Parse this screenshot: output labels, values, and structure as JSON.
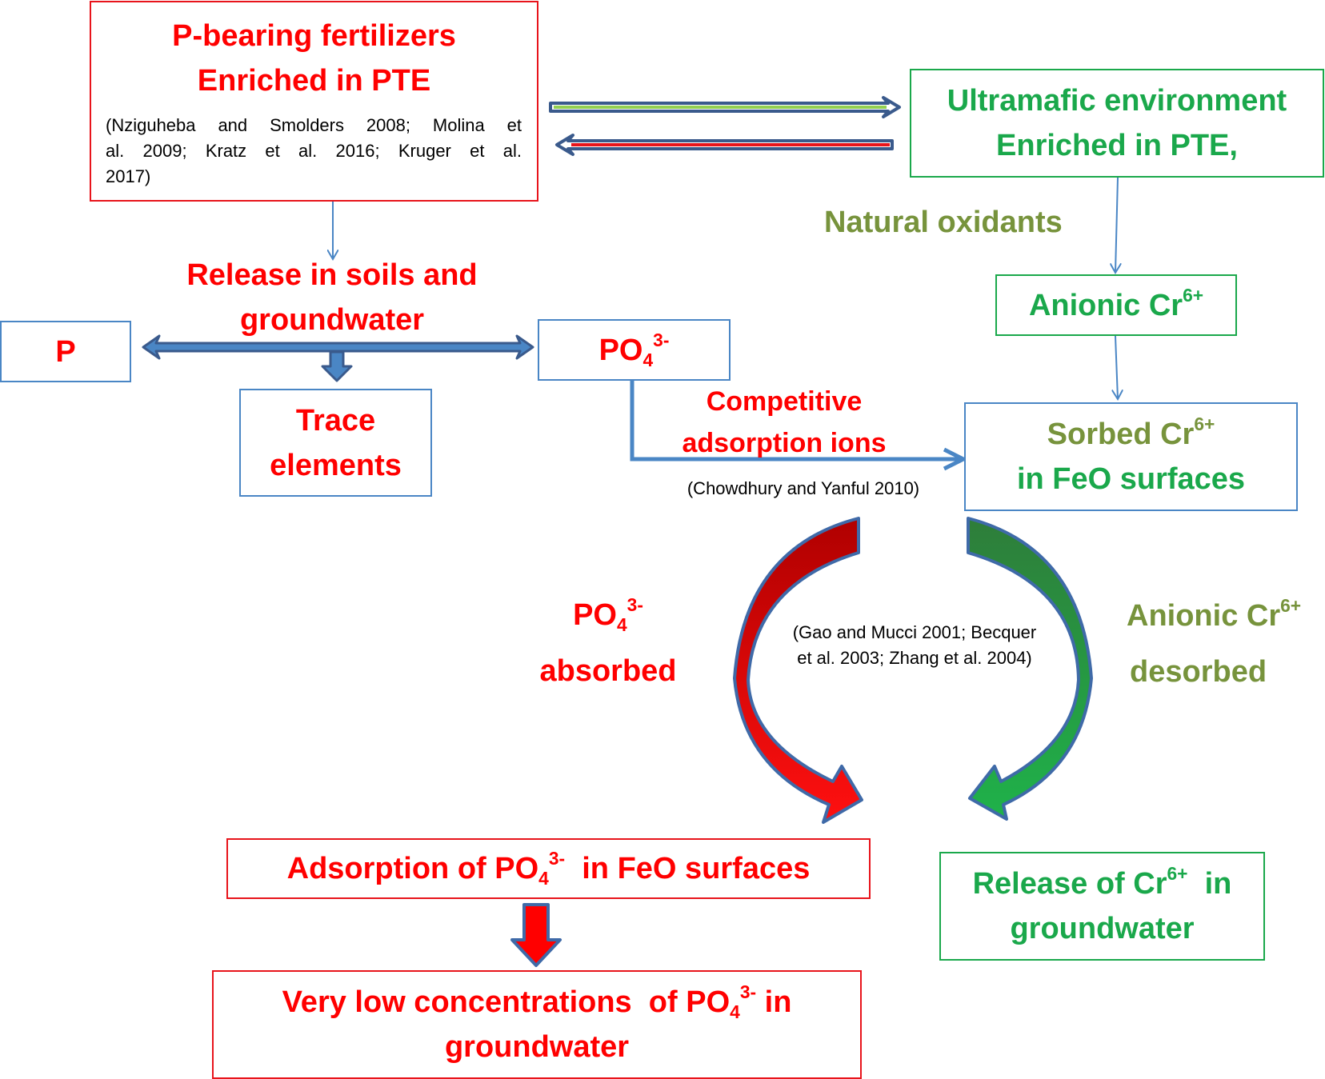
{
  "fertilizer_box": {
    "line1": "P-bearing fertilizers",
    "line2": "Enriched in PTE",
    "ref_line1": "(Nziguheba and Smolders 2008; Molina et",
    "ref_line2": "al. 2009; Kratz et al. 2016; Kruger et al.",
    "ref_line3": "2017)"
  },
  "ultramafic_box": {
    "line1": "Ultramafic environment",
    "line2": "Enriched in  PTE,"
  },
  "natural_oxidants": "Natural oxidants",
  "anionic_cr_box": {
    "text": "Anionic Cr",
    "sup": "6+"
  },
  "release_soils": {
    "line1": "Release in soils and",
    "line2": "groundwater"
  },
  "p_box": {
    "text": "P"
  },
  "po4_box": {
    "text": "PO",
    "sub": "4",
    "sup": "3-"
  },
  "trace_box": {
    "line1": "Trace",
    "line2": "elements"
  },
  "competitive": {
    "line1": "Competitive",
    "line2": "adsorption  ions"
  },
  "chowdhury_ref": "(Chowdhury and Yanful 2010)",
  "sorbed_box": {
    "line1_text": "Sorbed Cr",
    "line1_sup": "6+",
    "line2": "in FeO surfaces"
  },
  "po4_absorbed": {
    "text": "PO",
    "sub": "4",
    "sup": "3-",
    "line2": "absorbed"
  },
  "center_ref": {
    "line1": "(Gao and Mucci 2001; Becquer",
    "line2": "et al. 2003; Zhang et al. 2004)"
  },
  "anionic_desorbed": {
    "text": "Anionic Cr",
    "sup": "6+",
    "line2": "desorbed"
  },
  "adsorption_box": {
    "pre": "Adsorption of PO",
    "sub": "4",
    "sup": "3-",
    "post": "  in FeO surfaces"
  },
  "release_cr_box": {
    "pre": "Release of Cr",
    "sup": "6+",
    "post": "  in",
    "line2": "groundwater"
  },
  "low_conc_box": {
    "pre": "Very low concentrations  of PO",
    "sub": "4",
    "sup": "3-",
    "post": " in",
    "line2": "groundwater"
  },
  "colors": {
    "red": "#ff0000",
    "green": "#1aa84b",
    "olive": "#77933c",
    "blue": "#4a86c5",
    "navy": "#3a5a8c"
  }
}
